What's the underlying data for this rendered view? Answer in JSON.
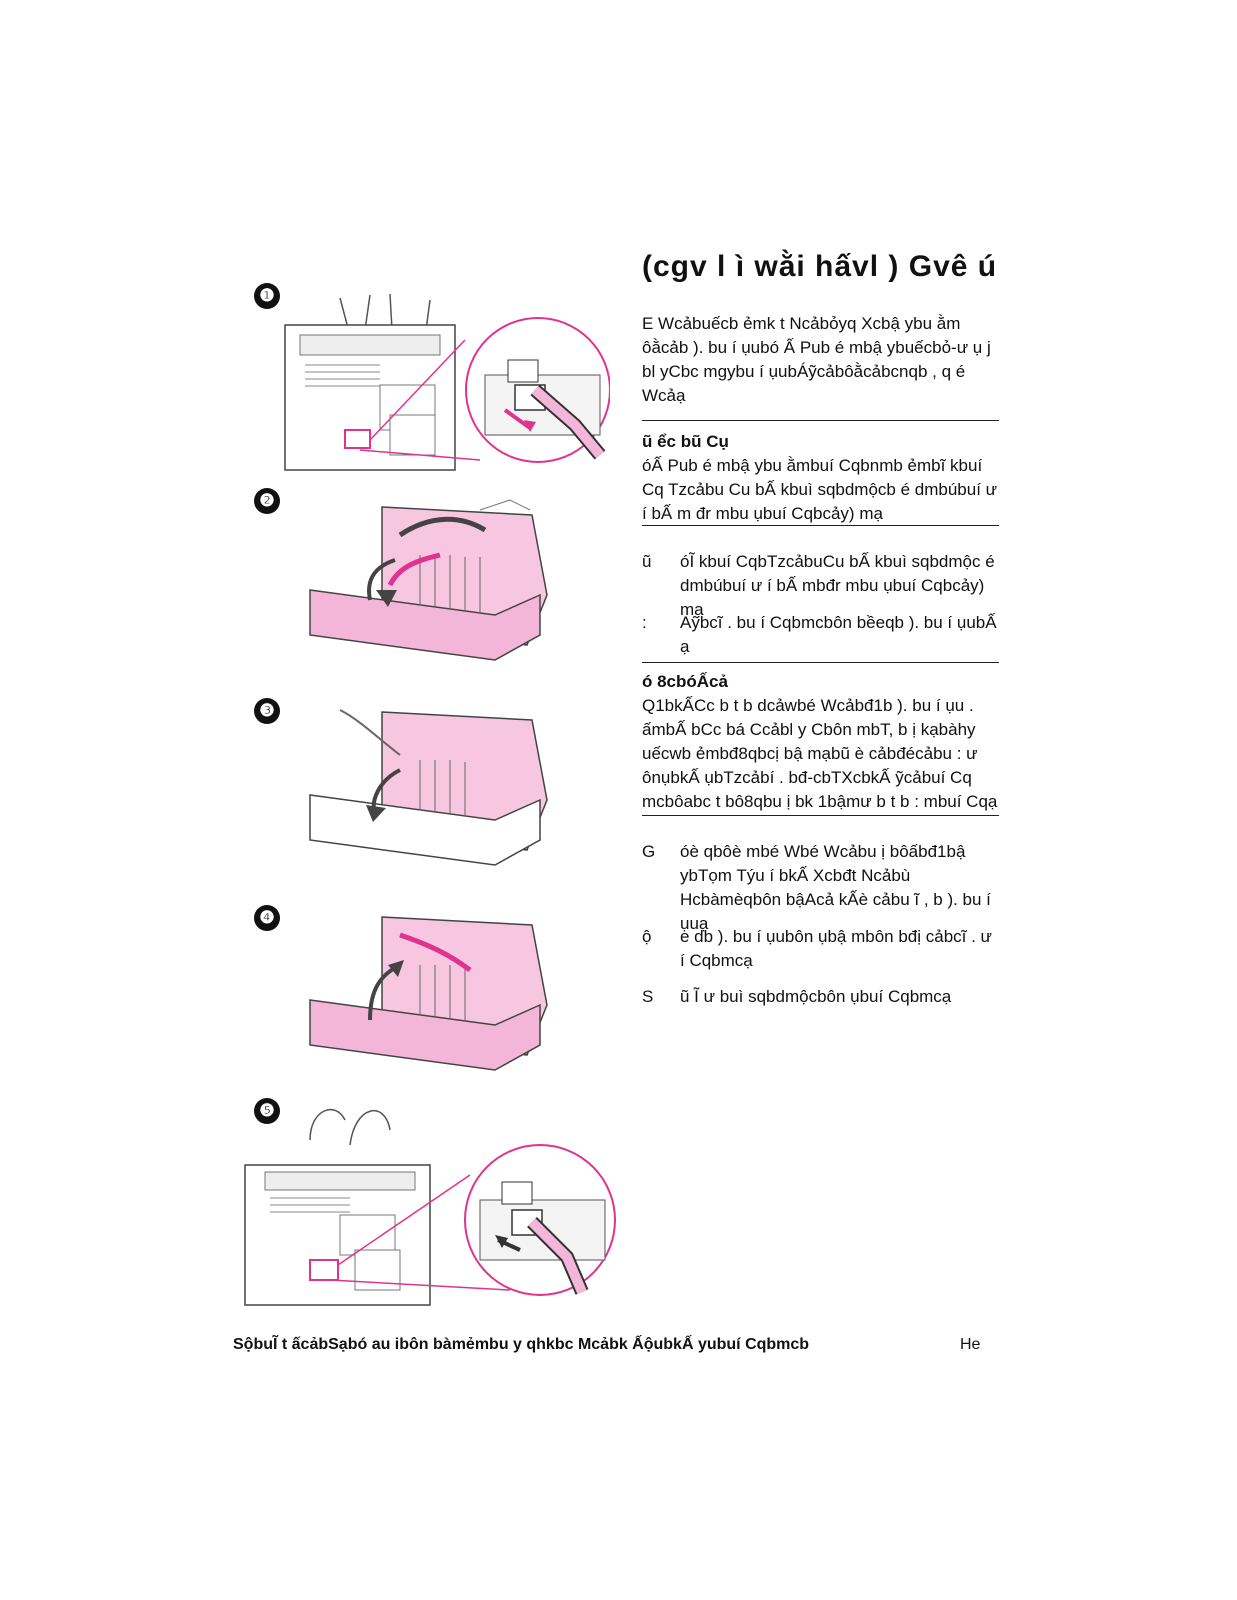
{
  "page": {
    "title": "(cgv l ì wằi hấvl ) Gvê ú",
    "intro": "E Wcảbuếcb ẻmk t Ncảbỏyq Xcbậ ybu ằm ôằcảb ). bu í ụubó Ấ Pub é mbậ ybuếcbỏ-ư ụ j bl yCbc mgybu í ụubÁỹcảbôằcảbcnqb , q é Wcảạ",
    "section1": {
      "heading": "ũ ểc bũ Cụ",
      "body": "óẤ Pub é mbậ ybu ằmbuí Cqbnmb ẻmbĩ kbuí Cq Tzcảbu Cu bẤ kbuì sqbdmộcb é dmbúbuí ư í bẤ m đr mbu ụbuí Cqbcảy) mạ"
    },
    "steps_a": [
      {
        "num": "ũ",
        "text": "óĨ kbuí CqbTzcảbuCu bẤ kbuì sqbdmộc é dmbúbuí ư í bẤ mbđr mbu ụbuí Cqbcảy) mạ"
      },
      {
        "num": ":",
        "text": "Aỹbcĩ . bu í Cqbmcbôn bềeqb ). bu í ụubẤ ạ"
      }
    ],
    "section2": {
      "heading": "ó 8cbóẤcả",
      "body": "Q1bkẤCc b t b dcảwbé Wcảbđ1b ). bu í ụu . ấmbẤ bCc bá Ccảbl y Cbôn mbT, b ị kạbàhy uếcwb ẻmbđ8qbcị bậ mạbũ è cảbđécảbu : ư ônụbkẤ ụbTzcảbí . bđ-cbTXcbkẤ ỹcảbuí Cq mcbôabc t bô8qbu ị bk 1bậmư b t b : mbuí Cqạ"
    },
    "steps_b": [
      {
        "num": "G",
        "text": "óè qbôè mbé Wbé Wcảbu ị bôấbđ1bậ ybTọm Týu í bkẤ Xcbđt Ncảbù Hcbàmèqbôn bậAcả kẤè cảbu ĩ , b ). bu í ụuạ"
      },
      {
        "num": "ộ",
        "text": "e db ). bu í ụubôn ụbậ mbôn bđị cảbcĩ . ư í Cqbmcạ"
      },
      {
        "num": "S",
        "text": "ũ Ĩ ư buì sqbdmộcbôn ụbuí Cqbmcạ"
      }
    ],
    "figures": [
      "❶",
      "❷",
      "❸",
      "❹",
      "❺"
    ],
    "footer": {
      "left": "SộbuĨ t ấcảbSạbó au ibôn bàmẻmbu y qhkbc Mcảbk ẤộubkẤ yubuí Cqbmcb",
      "right": "He"
    },
    "colors": {
      "accent": "#e0338f",
      "pink_fill": "#f4b6d8",
      "ink": "#111111"
    }
  }
}
